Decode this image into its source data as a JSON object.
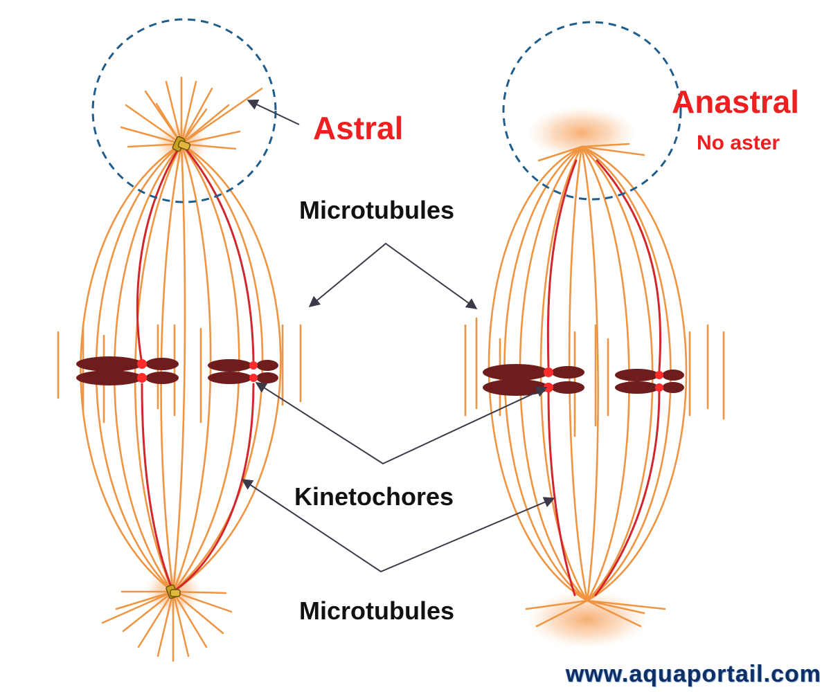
{
  "labels": {
    "astral": "Astral",
    "anastral": "Anastral",
    "no_aster": "No aster",
    "microtubules_top": "Microtubules",
    "kinetochores": "Kinetochores",
    "microtubules_bottom": "Microtubules",
    "website": "www.aquaportail.com"
  },
  "colors": {
    "accent_red": "#ee1f1f",
    "fiber_orange": "#ef9440",
    "kinetochore_fiber_red": "#d1262b",
    "chromosome": "#6e1c1c",
    "circle_dashed": "#1f5d8c",
    "arrow": "#3a3a48",
    "website_text": "#0f2f64"
  },
  "icons": {
    "centrosome": "centriole-pair-icon"
  }
}
